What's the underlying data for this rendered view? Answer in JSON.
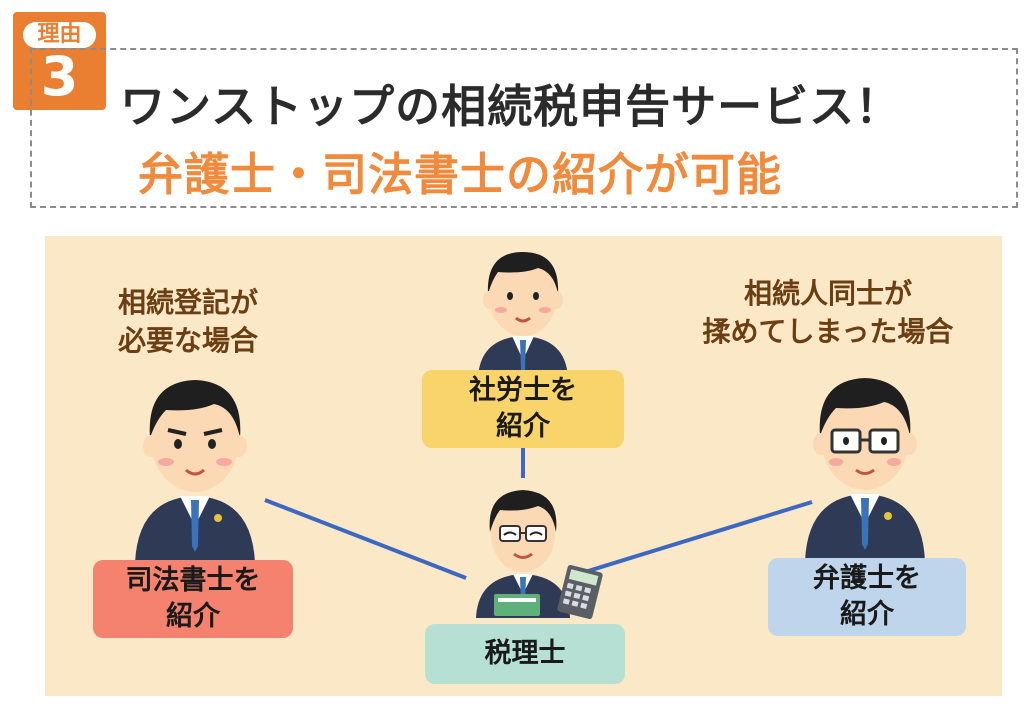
{
  "badge": {
    "label": "理由",
    "number": "3"
  },
  "header": {
    "title": "ワンストップの相続税申告サービス！",
    "subtitle": "弁護士・司法書士の紹介が可能"
  },
  "captions": {
    "left": [
      "相続登記が",
      "必要な場合"
    ],
    "right": [
      "相続人同士が",
      "揉めてしまった場合"
    ]
  },
  "boxes": {
    "top": {
      "line1": "社労士を",
      "line2": "紹介",
      "color": "#f8d46a"
    },
    "left": {
      "line1": "司法書士を",
      "line2": "紹介",
      "color": "#f4826f"
    },
    "right": {
      "line1": "弁護士を",
      "line2": "紹介",
      "color": "#bed5ec"
    },
    "center": {
      "label": "税理士",
      "color": "#b6e0d4"
    }
  },
  "colors": {
    "accent": "#ea7f31",
    "subtitle": "#f08a3c",
    "panel": "#fbe8c6",
    "connector": "#3d68c2",
    "suit": "#2e3a56"
  },
  "icons": [
    "labor-consultant-person-icon",
    "judicial-scrivener-person-icon",
    "lawyer-person-icon",
    "tax-accountant-person-icon",
    "calculator-icon"
  ]
}
